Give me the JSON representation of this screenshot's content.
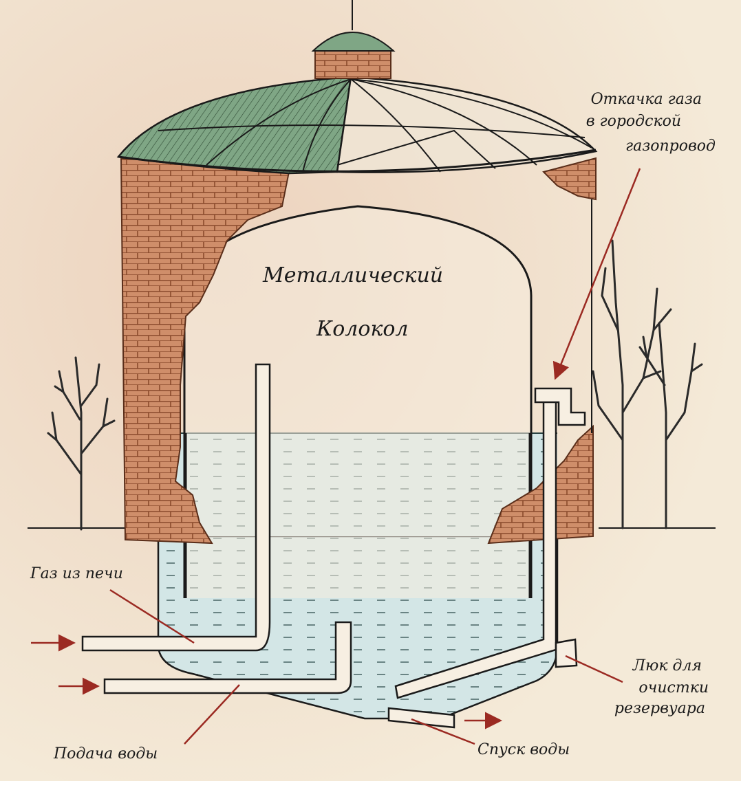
{
  "labels": {
    "bell_line1": "Металлический",
    "bell_line2": "Колокол",
    "gas_out_line1": "Откачка газа",
    "gas_out_line2": "в городской",
    "gas_out_line3": "газопровод",
    "gas_in": "Газ из печи",
    "hatch_line1": "Люк для",
    "hatch_line2": "очистки",
    "hatch_line3": "резервуара",
    "water_in": "Подача воды",
    "water_out": "Спуск воды"
  },
  "colors": {
    "paper": "#f4ead8",
    "brick": "#cf8e6a",
    "brick_dark": "#8a4a2c",
    "dome": "#7fa685",
    "water": "#d3e6e6",
    "arrow": "#9b2a22",
    "ink": "#1a1a1a"
  }
}
